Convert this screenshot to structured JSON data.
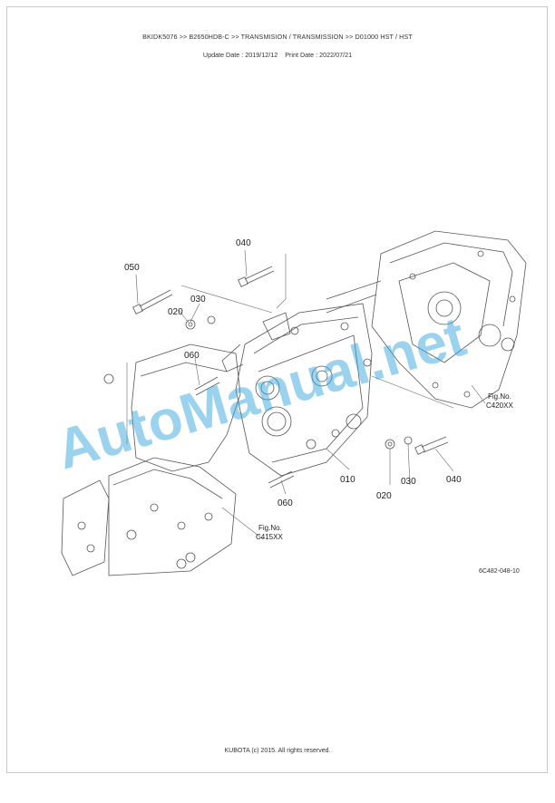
{
  "header": {
    "breadcrumb": "BKIDK5076 >> B2650HDB-C >> TRANSMISION / TRANSMISSION >> D01000   HST / HST",
    "update_date": "Update Date : 2019/12/12",
    "print_date": "Print Date : 2022/07/21"
  },
  "diagram": {
    "callouts": {
      "c040_top": "040",
      "c050": "050",
      "c030_top": "030",
      "c020_top": "020",
      "c060_top": "060",
      "c010": "010",
      "c020_bottom": "020",
      "c030_bottom": "030",
      "c040_bottom": "040",
      "c060_bottom": "060"
    },
    "fig_refs": {
      "right_fig": "Fig.No.",
      "right_num": "C420XX",
      "left_fig": "Fig.No.",
      "left_num": "C415XX"
    },
    "drawing_code": "6C482-048-10",
    "watermark": "AutoManual.net"
  },
  "footer": {
    "copyright": "KUBOTA (c) 2015. All rights reserved."
  }
}
